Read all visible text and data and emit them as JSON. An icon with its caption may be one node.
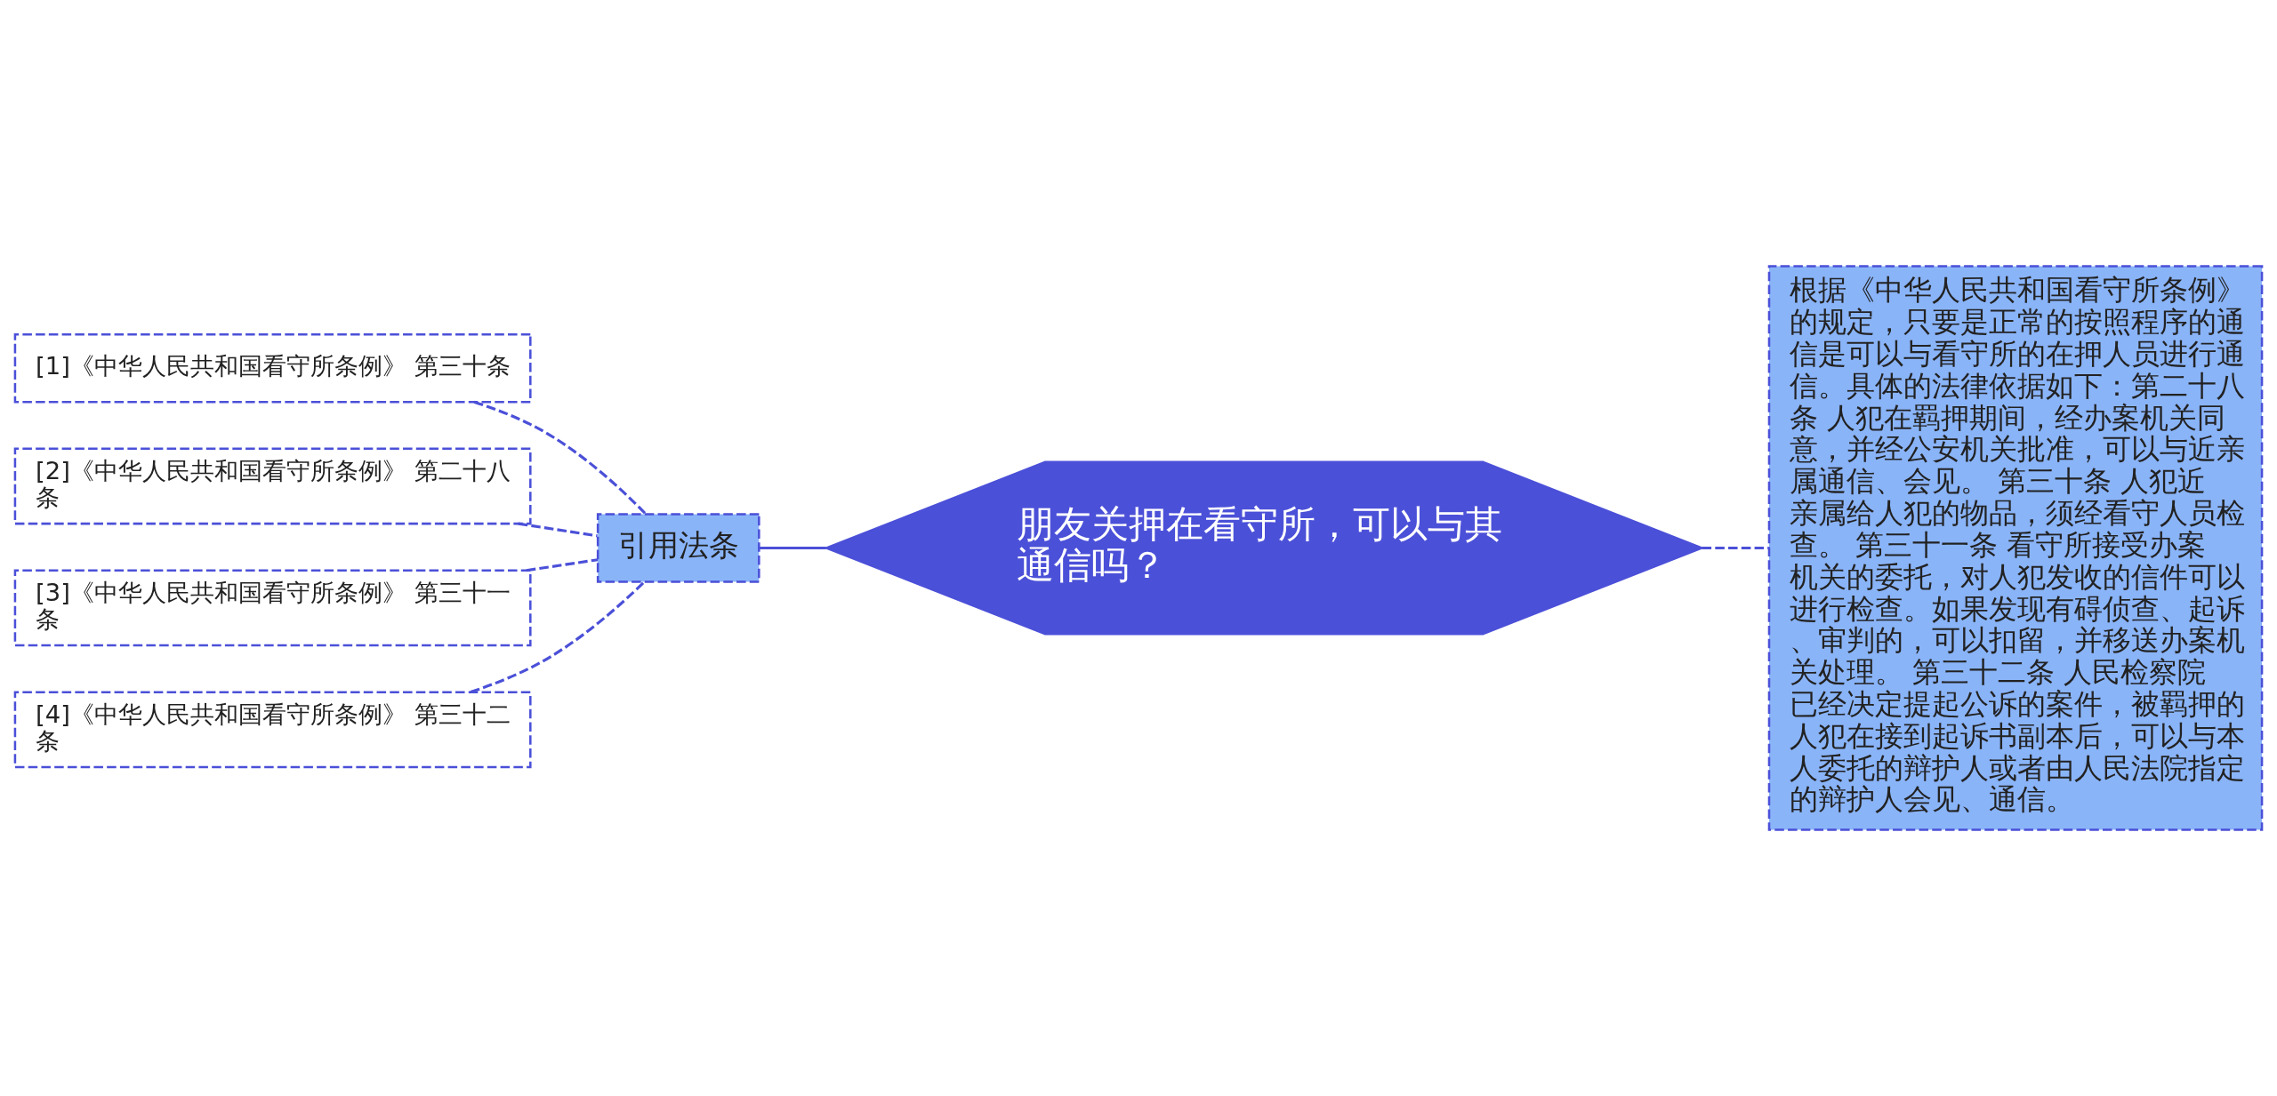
{
  "diagram": {
    "nodes": [
      {
        "text": [
          "朋友关押在看守所，可以与其通信吗？"
        ]
      },
      {
        "text": [
          "引用法条"
        ]
      },
      {
        "text": [
          "[1]《中华人民共和国看守所条例》 第三十条"
        ]
      },
      {
        "text": [
          "[2]《中华人民共和国看守所条例》 第二十八条"
        ]
      },
      {
        "text": [
          "[3]《中华人民共和国看守所条例》 第三十一条"
        ]
      },
      {
        "text": [
          "[4]《中华人民共和国看守所条例》 第三十二条"
        ]
      },
      {
        "text": [
          "根据《中华人民共和国看守所条例》的规定，只要是正常的按照程序的通信是可以与看守所的在押人员进行通信。具体的法律依据如下：第二十八条 人犯在羁押期间，经办案机关同意，并经公安机关批准，可以与近亲属通信、会见。 第三十条 人犯近亲属给人犯的物品，须经看守人员检查。 第三十一条 看守所接受办案机关的委托，对人犯发收的信件可以进行检查。如果发现有碍侦查、起诉、审判的，可以扣留，并移送办案机关处理。 第三十二条 人民检察院已经决定提起公诉的案件，被羁押的人犯在接到起诉书副本后，可以与本人委托的辩护人或者由人民法院指定的辩护人会见、通信。"
        ]
      }
    ],
    "edges": [
      {
        "from": 0,
        "to": 1,
        "arrow": "none"
      },
      {
        "from": 1,
        "to": 2,
        "arrow": "none",
        "style": "dashed"
      },
      {
        "from": 1,
        "to": 3,
        "arrow": "none",
        "style": "dashed"
      },
      {
        "from": 1,
        "to": 4,
        "arrow": "none",
        "style": "dashed"
      },
      {
        "from": 1,
        "to": 5,
        "arrow": "none",
        "style": "dashed"
      },
      {
        "from": 0,
        "to": 6,
        "arrow": "none",
        "style": "dashed"
      }
    ]
  }
}
